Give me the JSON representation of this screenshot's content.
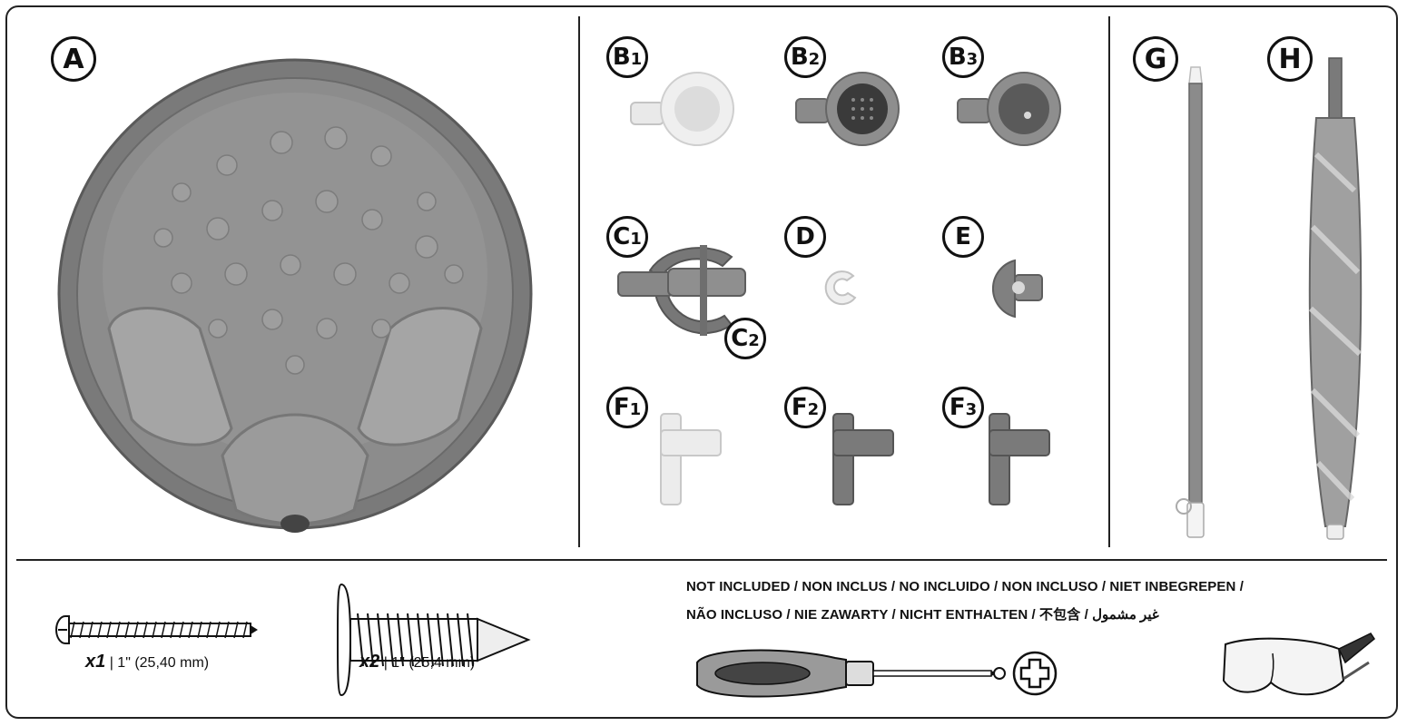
{
  "labels": {
    "A": "A",
    "B1": "B",
    "B1_sub": "1",
    "B2": "B",
    "B2_sub": "2",
    "B3": "B",
    "B3_sub": "3",
    "C1": "C",
    "C1_sub": "1",
    "C2": "C",
    "C2_sub": "2",
    "D": "D",
    "E": "E",
    "F1": "F",
    "F1_sub": "1",
    "F2": "F",
    "F2_sub": "2",
    "F3": "F",
    "F3_sub": "3",
    "G": "G",
    "H": "H"
  },
  "hardware": {
    "screw_small": {
      "qty": "x1",
      "size": "1\" (25,40 mm)"
    },
    "screw_large": {
      "qty": "x2",
      "size": "1\" (25,4 mm)"
    }
  },
  "not_included": {
    "line1": "NOT INCLUDED  /  NON INCLUS  /  NO INCLUIDO  /  NON INCLUSO  /  NIET INBEGREPEN  /",
    "line2": "NÃO INCLUSO  /  NIE ZAWARTY  /  NICHT ENTHALTEN  /  不包含  /  غير مشمول"
  },
  "icons": [
    "phillips-screwdriver-icon",
    "safety-glasses-icon"
  ],
  "colors": {
    "part_gray": "#8a8a8a",
    "dark_gray": "#555555",
    "light_part": "#e8e8e8",
    "line": "#222222"
  }
}
